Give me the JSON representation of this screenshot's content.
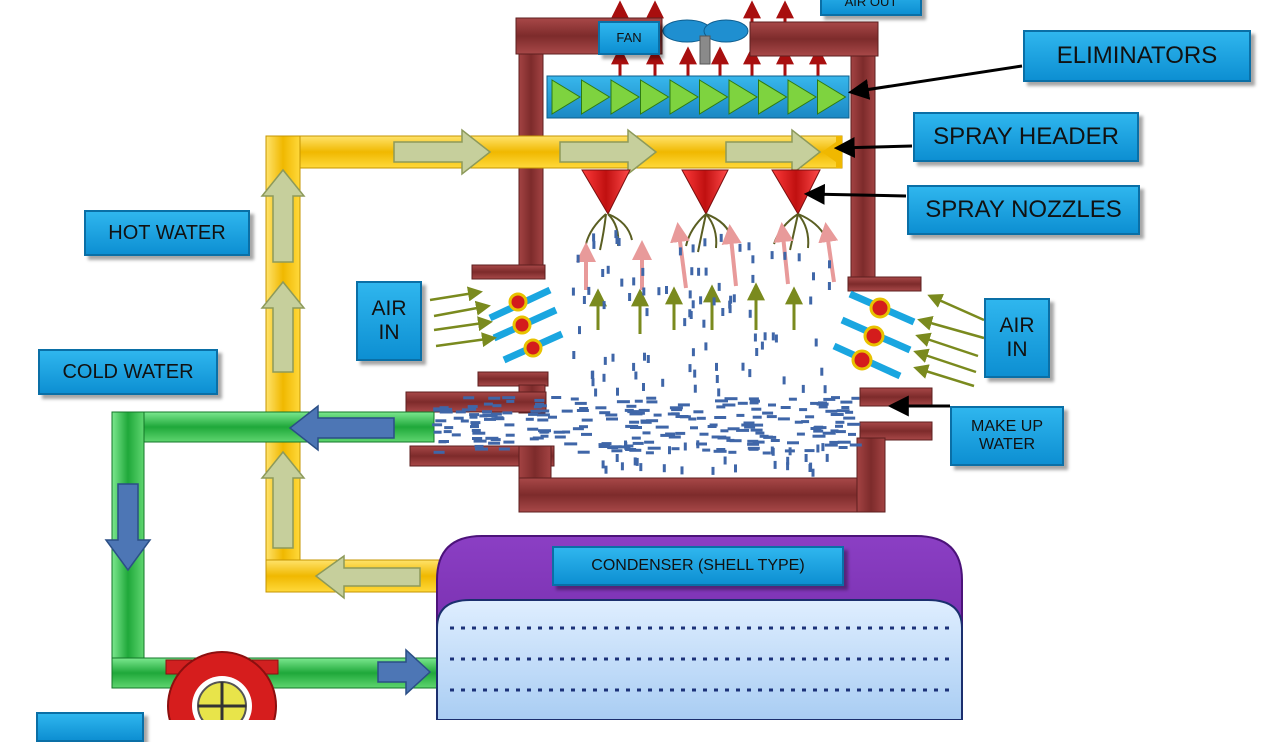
{
  "labels": {
    "air_out": "AIR OUT",
    "fan": "FAN",
    "eliminators": "ELIMINATORS",
    "spray_header": "SPRAY HEADER",
    "spray_nozzles": "SPRAY NOZZLES",
    "hot_water": "HOT WATER",
    "cold_water": "COLD WATER",
    "air_in_left_line1": "AIR",
    "air_in_left_line2": "IN",
    "air_in_right_line1": "AIR",
    "air_in_right_line2": "IN",
    "make_up_water_line1": "MAKE UP",
    "make_up_water_line2": "WATER",
    "condenser": "CONDENSER (SHELL TYPE)"
  },
  "colors": {
    "tower_wall": "#8e3434",
    "hot_water_pipe": "#f2c200",
    "cold_water_pipe": "#2eb84a",
    "condenser_shell": "#7b2fb0",
    "condenser_inner": "#bcd8f6",
    "eliminator": "#1f9fd6",
    "nozzle": "#c41e1e",
    "droplet": "#3f66a8",
    "label_fill": "#1fa6e3",
    "pump": "#cc1f1f"
  },
  "icons": {
    "fan": "fan-icon",
    "pump": "pump-icon",
    "nozzle": "spray-nozzle-icon"
  }
}
